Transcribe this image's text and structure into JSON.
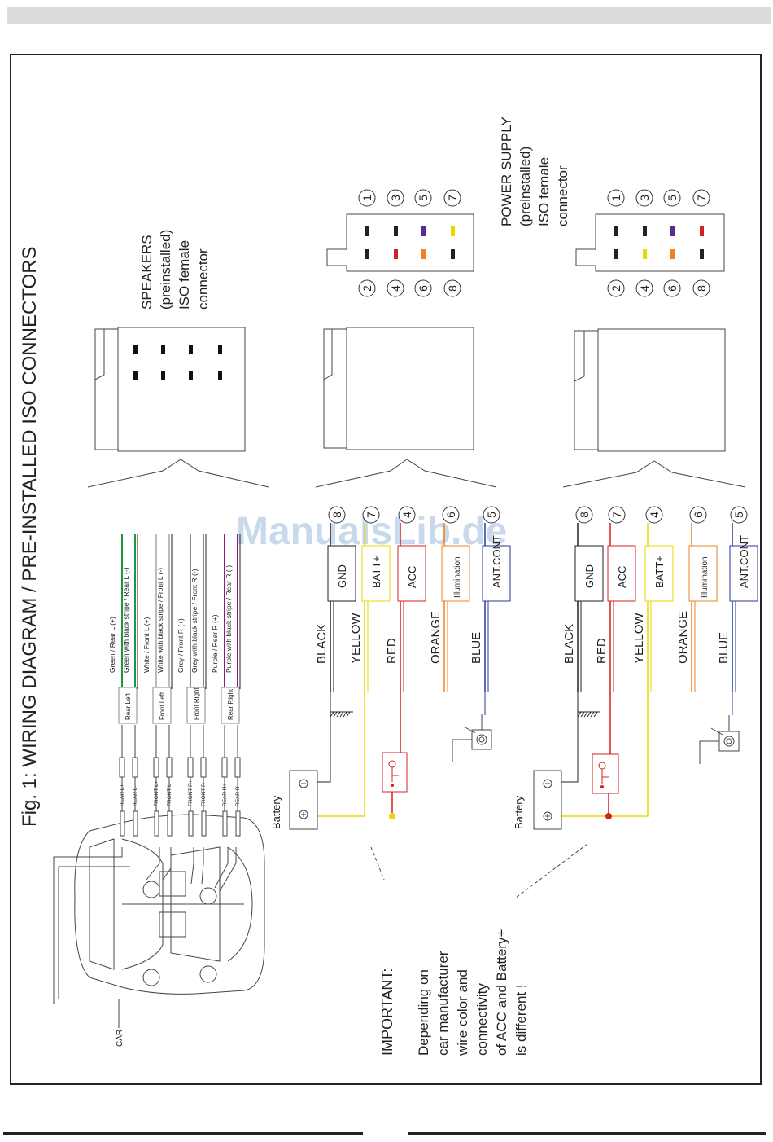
{
  "title": "Fig. 1:  WIRING DIAGRAM / PRE-INSTALLED ISO CONNECTORS",
  "watermark": "ManualsLib.de",
  "important": {
    "heading": "IMPORTANT:",
    "lines": [
      "Depending on",
      "car manufacturer",
      "wire color and",
      "connectivity",
      "of ACC and Battery+",
      "is different !"
    ]
  },
  "speakers_connector": {
    "label_lines": [
      "SPEAKERS",
      "(preinstalled)",
      "ISO female",
      "connector"
    ],
    "pins_top": [
      "1",
      "3",
      "5",
      "7"
    ],
    "pins_bottom": [
      "2",
      "4",
      "6",
      "8"
    ],
    "pin_colors_top": [
      "#222222",
      "#222222",
      "#5a2d91",
      "#e8d800"
    ],
    "pin_colors_bottom": [
      "#222222",
      "#d42020",
      "#f08020",
      "#222222"
    ]
  },
  "power_connector": {
    "label_lines": [
      "POWER SUPPLY",
      "(preinstalled)",
      "ISO female",
      "connector"
    ],
    "pins_top": [
      "1",
      "3",
      "5",
      "7"
    ],
    "pins_bottom": [
      "2",
      "4",
      "6",
      "8"
    ],
    "pin_colors_top": [
      "#222222",
      "#222222",
      "#5a2d91",
      "#d42020"
    ],
    "pin_colors_bottom": [
      "#222222",
      "#e8d800",
      "#f08020",
      "#222222"
    ]
  },
  "speaker_wires": [
    {
      "plus": "Green / Rear L (+)",
      "minus": "Green with black stripe / Rear L (-)",
      "tag": "Rear Left",
      "term_plus": "REAR L+",
      "term_minus": "REAR L-",
      "color": "#1a9a3a"
    },
    {
      "plus": "White / Front L (+)",
      "minus": "White with black stripe / Front L (-)",
      "tag": "Front Left",
      "term_plus": "FRONT L+",
      "term_minus": "FRONT L-",
      "color": "#bbbbbb"
    },
    {
      "plus": "Grey / Front R (+)",
      "minus": "Grey with black stripe / Front R (-)",
      "tag": "Front Right",
      "term_plus": "FRONT R+",
      "term_minus": "FRONT R-",
      "color": "#888888"
    },
    {
      "plus": "Purple / Rear R (+)",
      "minus": "Purple with black stripe / Rear R (-)",
      "tag": "Rear Right",
      "term_plus": "REAR R+",
      "term_minus": "REAR R-",
      "color": "#8a1a8a"
    }
  ],
  "car_label": "CAR",
  "battery_label": "Battery",
  "harness_top": {
    "wires": [
      {
        "pin": "8",
        "color_name": "BLACK",
        "function": "GND",
        "color": "#222222"
      },
      {
        "pin": "7",
        "color_name": "YELLOW",
        "function": "BATT+",
        "color": "#e8d800"
      },
      {
        "pin": "4",
        "color_name": "RED",
        "function": "ACC",
        "color": "#d42020"
      },
      {
        "pin": "6",
        "color_name": "ORANGE",
        "function": "Illumination",
        "color": "#f08020"
      },
      {
        "pin": "5",
        "color_name": "BLUE",
        "function": "ANT.CONT",
        "color": "#2a3a9a"
      }
    ]
  },
  "harness_bottom": {
    "wires": [
      {
        "pin": "8",
        "color_name": "BLACK",
        "function": "GND",
        "color": "#222222"
      },
      {
        "pin": "7",
        "color_name": "RED",
        "function": "ACC",
        "color": "#d42020"
      },
      {
        "pin": "4",
        "color_name": "YELLOW",
        "function": "BATT+",
        "color": "#e8d800"
      },
      {
        "pin": "6",
        "color_name": "ORANGE",
        "function": "Illumination",
        "color": "#f08020"
      },
      {
        "pin": "5",
        "color_name": "BLUE",
        "function": "ANT.CONT",
        "color": "#2a3a9a"
      }
    ]
  },
  "icons": {
    "battery": "battery-icon",
    "ignition": "ignition-key-icon",
    "antenna": "antenna-icon",
    "ground": "ground-symbol-icon",
    "car": "car-topview-icon"
  }
}
